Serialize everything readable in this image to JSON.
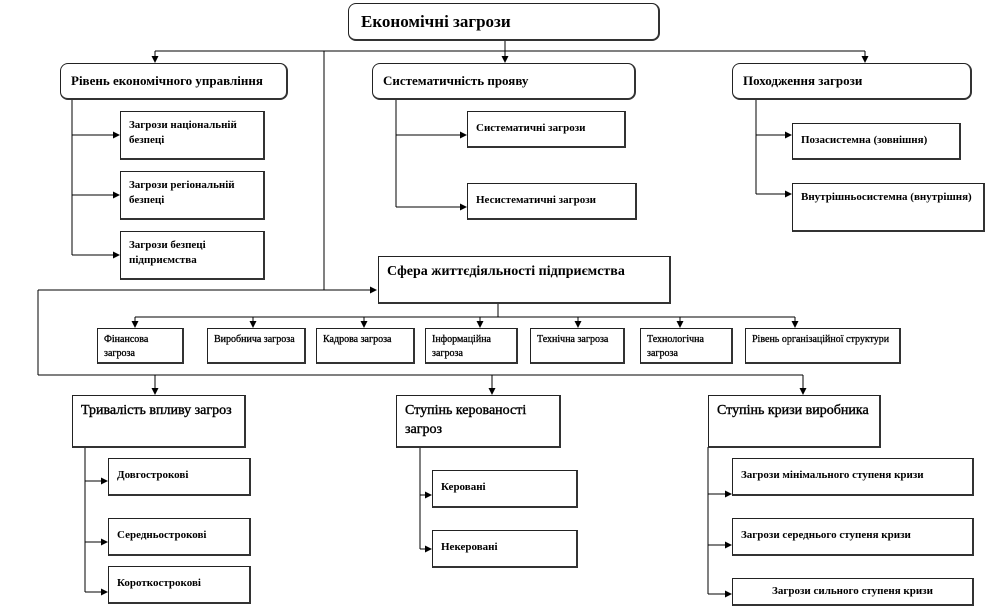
{
  "root": "Економічні загрози",
  "groups": {
    "level": {
      "title": "Рівень економічного управління",
      "items": [
        "Загрози національній безпеці",
        "Загрози регіональній безпеці",
        "Загрози безпеці підприємства"
      ]
    },
    "systematic": {
      "title": "Систематичність прояву",
      "items": [
        "Систематичні загрози",
        "Несистематичні загрози"
      ]
    },
    "origin": {
      "title": "Походження загрози",
      "items": [
        "Позасистемна (зовнішня)",
        "Внутрішньосистемна (внутрішня)"
      ]
    },
    "sphere": {
      "title": "Сфера життєдіяльності підприємства",
      "items": [
        "Фінансова загроза",
        "Виробнича загроза",
        "Кадрова загроза",
        "Інформаційна загроза",
        "Технічна загроза",
        "Технологічна загроза",
        "Рівень організаційної структури"
      ]
    },
    "duration": {
      "title": "Тривалість впливу загроз",
      "items": [
        "Довгострокові",
        "Середньострокові",
        "Короткострокові"
      ]
    },
    "control": {
      "title": "Ступінь керованості загроз",
      "items": [
        "Керовані",
        "Некеровані"
      ]
    },
    "crisis": {
      "title": "Ступінь кризи виробника",
      "items": [
        "Загрози мінімального ступеня кризи",
        "Загрози середнього ступеня кризи",
        "Загрози сильного ступеня кризи"
      ]
    }
  }
}
